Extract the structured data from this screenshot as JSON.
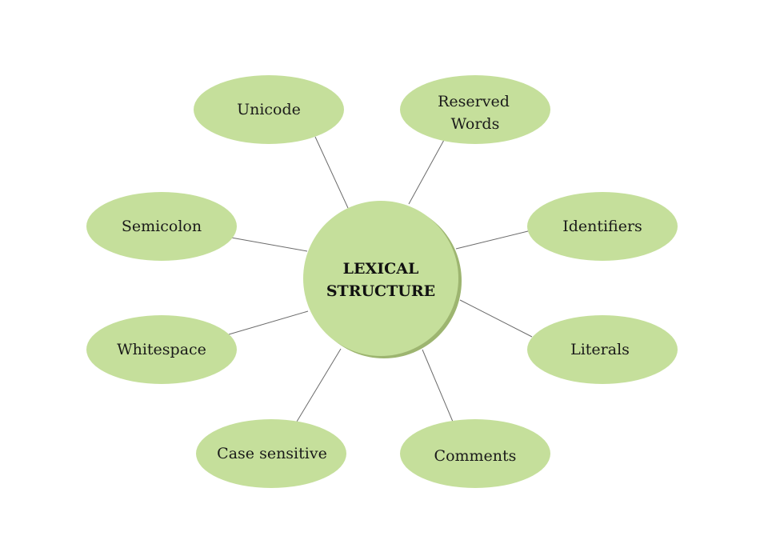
{
  "diagram": {
    "center": {
      "line1": "LEXICAL",
      "line2": "STRUCTURE"
    },
    "nodes": {
      "unicode": "Unicode",
      "reserved_words_line1": "Reserved",
      "reserved_words_line2": "Words",
      "semicolon": "Semicolon",
      "identifiers": "Identifiers",
      "whitespace": "Whitespace",
      "literals": "Literals",
      "case_sensitive": "Case sensitive",
      "comments": "Comments"
    }
  }
}
